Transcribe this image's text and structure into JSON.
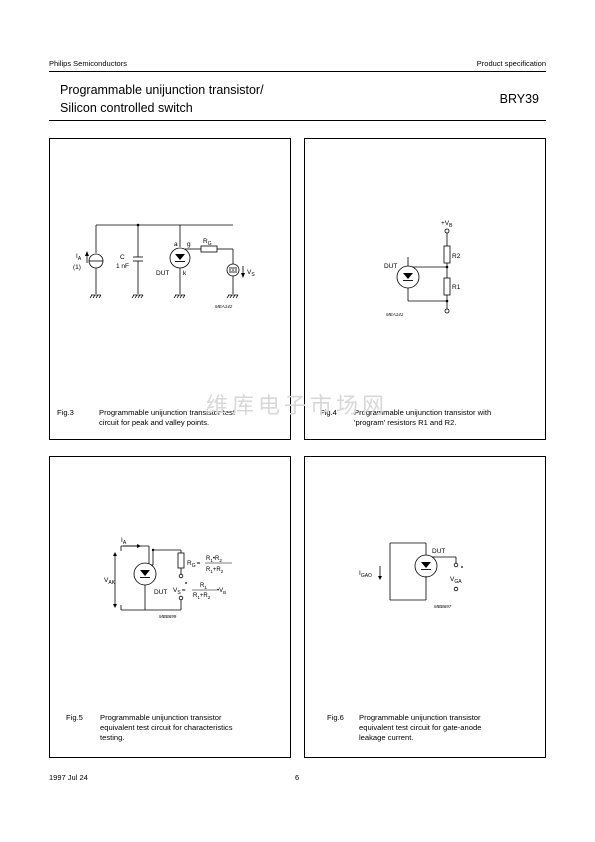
{
  "header": {
    "company": "Philips Semiconductors",
    "doc_type": "Product specification",
    "title_line1": "Programmable unijunction transistor/",
    "title_line2": "Silicon controlled switch",
    "product": "BRY39"
  },
  "figures": {
    "fig3": {
      "number": "Fig.3",
      "caption_line1": "Programmable unijunction transistor test",
      "caption_line2": "circuit for peak and valley points.",
      "code": "MEA142",
      "labels": {
        "ia": "I",
        "ia_sub": "A",
        "ia_note": "(1)",
        "c": "C",
        "c_value": "1 nF",
        "a": "a",
        "g": "g",
        "k": "k",
        "dut": "DUT",
        "rg": "R",
        "rg_sub": "G",
        "vs": "V",
        "vs_sub": "S"
      }
    },
    "fig4": {
      "number": "Fig.4",
      "caption_line1": "Programmable unijunction transistor with",
      "caption_line2": "'program' resistors R1 and R2.",
      "code": "MEA141",
      "labels": {
        "vb": "+V",
        "vb_sub": "B",
        "r2": "R2",
        "r1": "R1",
        "dut": "DUT"
      }
    },
    "fig5": {
      "number": "Fig.5",
      "caption_line1": "Programmable unijunction transistor",
      "caption_line2": "equivalent test circuit for characteristics",
      "caption_line3": "testing.",
      "code": "MBB699",
      "labels": {
        "ia": "I",
        "ia_sub": "A",
        "vak": "V",
        "vak_sub": "AK",
        "dut": "DUT",
        "rg": "R",
        "rg_sub": "G",
        "vs": "V",
        "vs_sub": "S",
        "eq": "=",
        "r1": "R",
        "r2": "R",
        "sub1": "1",
        "sub2": "2",
        "dot": "•",
        "plus": "+",
        "vb": "V",
        "vb_sub": "B"
      }
    },
    "fig6": {
      "number": "Fig.6",
      "caption_line1": "Programmable unijunction transistor",
      "caption_line2": "equivalent test circuit for gate-anode",
      "caption_line3": "leakage current.",
      "code": "MBB697",
      "labels": {
        "igao": "I",
        "igao_sub": "GAO",
        "dut": "DUT",
        "vga": "V",
        "vga_sub": "GA"
      }
    }
  },
  "watermark": "维库电子市场网",
  "footer": {
    "date": "1997 Jul 24",
    "page": "6"
  }
}
